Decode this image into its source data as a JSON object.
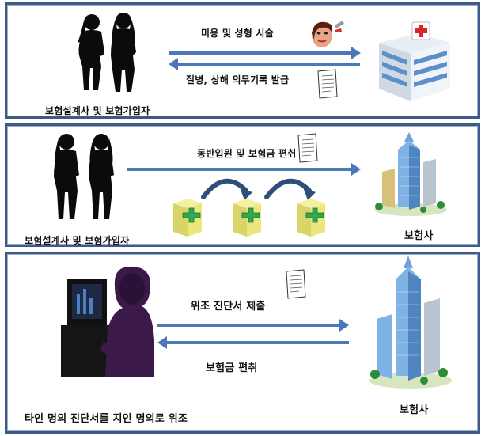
{
  "panel1": {
    "label_people": "보험설계사 및 보험가입자",
    "label_top_arrow": "미용 및 성형 시술",
    "label_bottom_arrow": "질병, 상해 의무기록 발급"
  },
  "panel2": {
    "label_people": "보험설계사 및 보험가입자",
    "label_arrow": "동반입원 및 보험금 편취",
    "label_company": "보험사"
  },
  "panel3": {
    "label_person": "타인 명의 진단서를 지인 명의로 위조",
    "label_top_arrow": "위조 진단서 제출",
    "label_bottom_arrow": "보험금 편취",
    "label_company": "보험사"
  },
  "colors": {
    "panel_border": "#3f5a86",
    "arrow": "#4c78b9",
    "cross_green": "#2fa84f",
    "hospital_cross_red": "#d9252a"
  }
}
